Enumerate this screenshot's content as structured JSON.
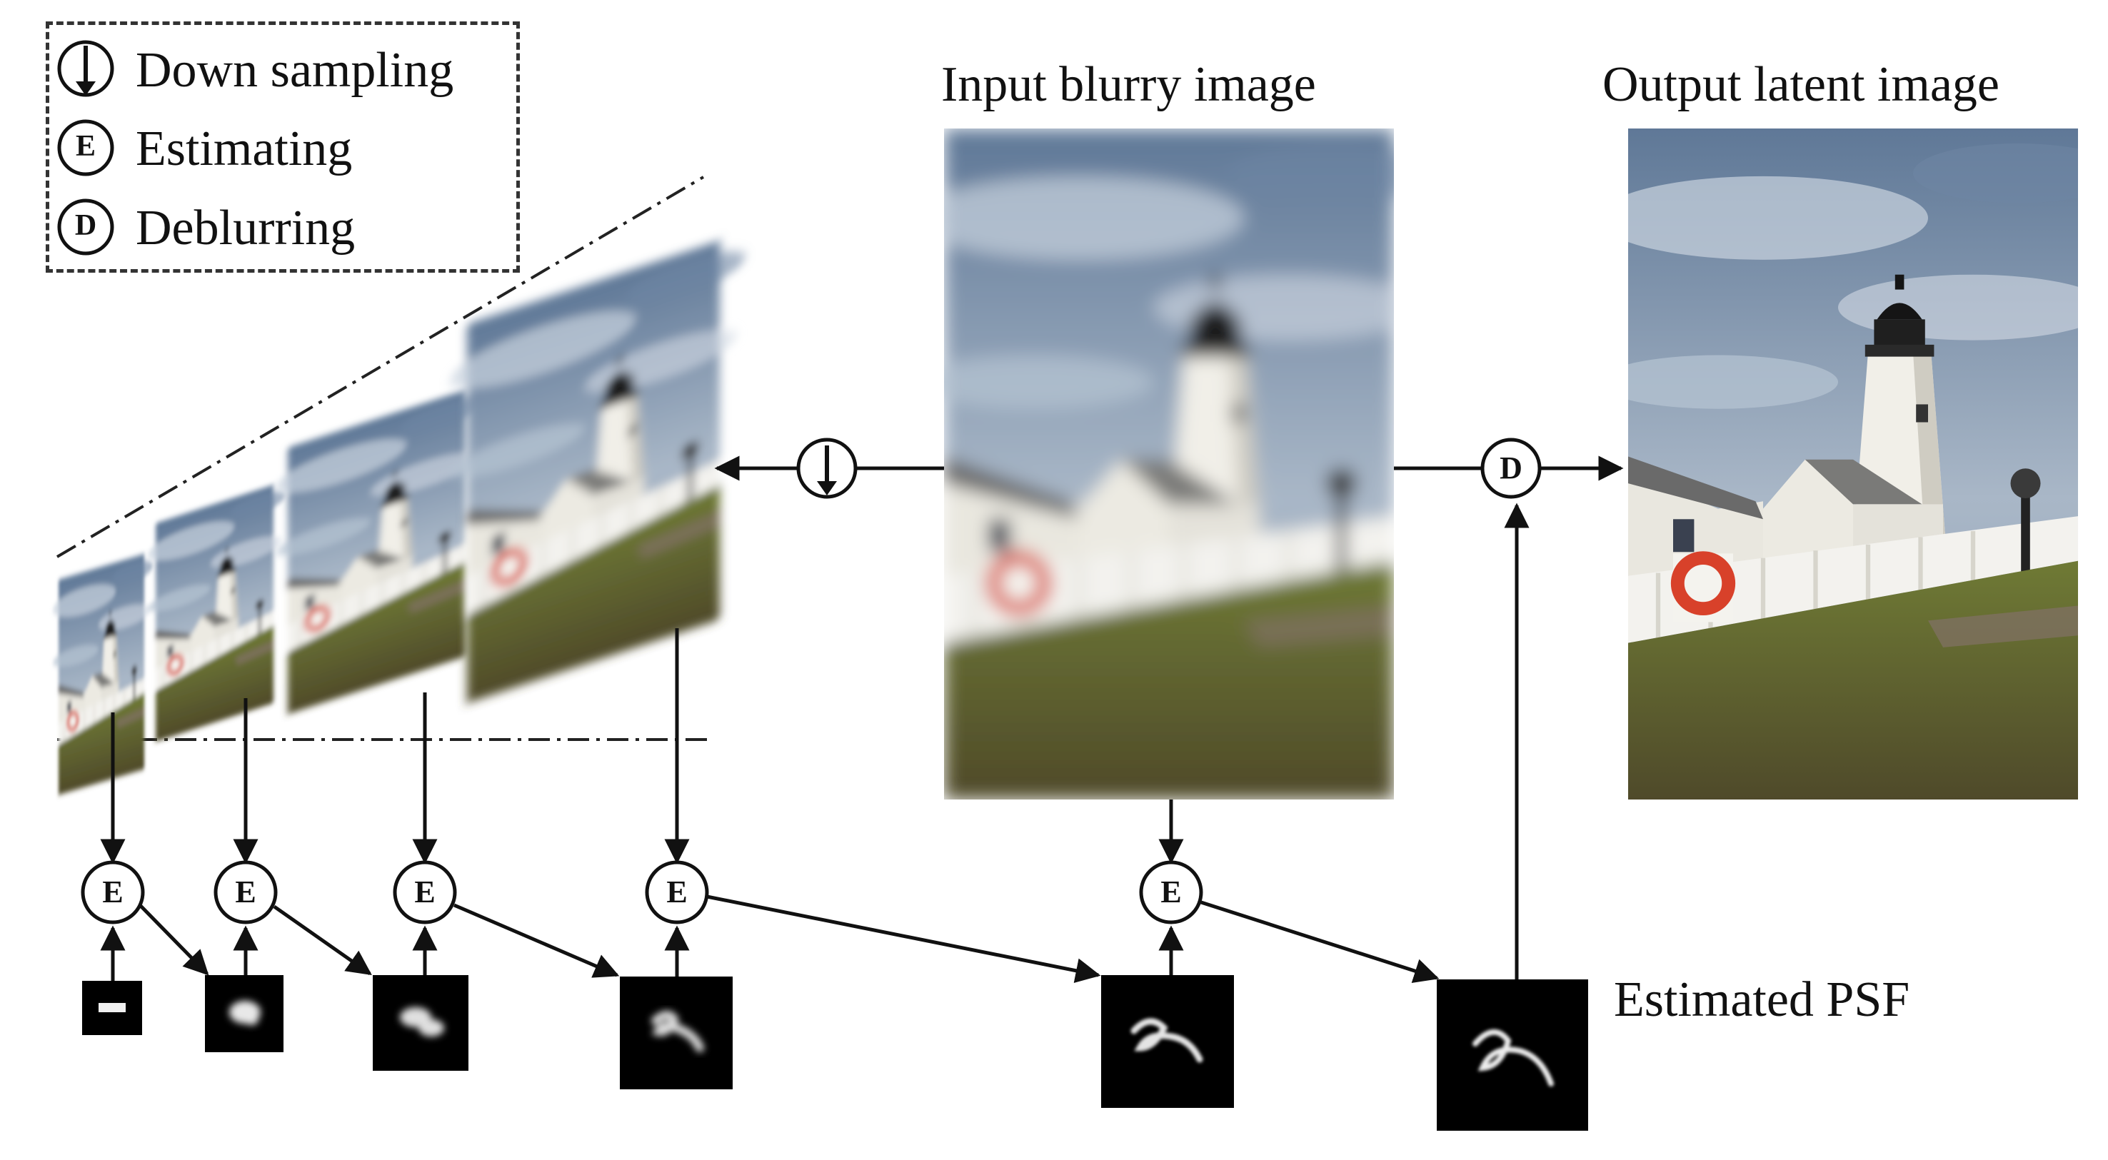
{
  "legend": {
    "down_sampling": "Down sampling",
    "estimating": "Estimating",
    "deblurring": "Deblurring",
    "estimating_symbol": "E",
    "deblurring_symbol": "D"
  },
  "labels": {
    "input": "Input blurry image",
    "output": "Output latent image",
    "psf": "Estimated PSF"
  },
  "nodes": {
    "estimate_symbol": "E",
    "deblur_symbol": "D"
  },
  "colors": {
    "line": "#111111",
    "sky": "#7f95b0",
    "grass": "#5e6b2e",
    "wall": "#ecebe4",
    "psf_bg": "#000000",
    "psf_stroke": "#e6e6e6"
  }
}
